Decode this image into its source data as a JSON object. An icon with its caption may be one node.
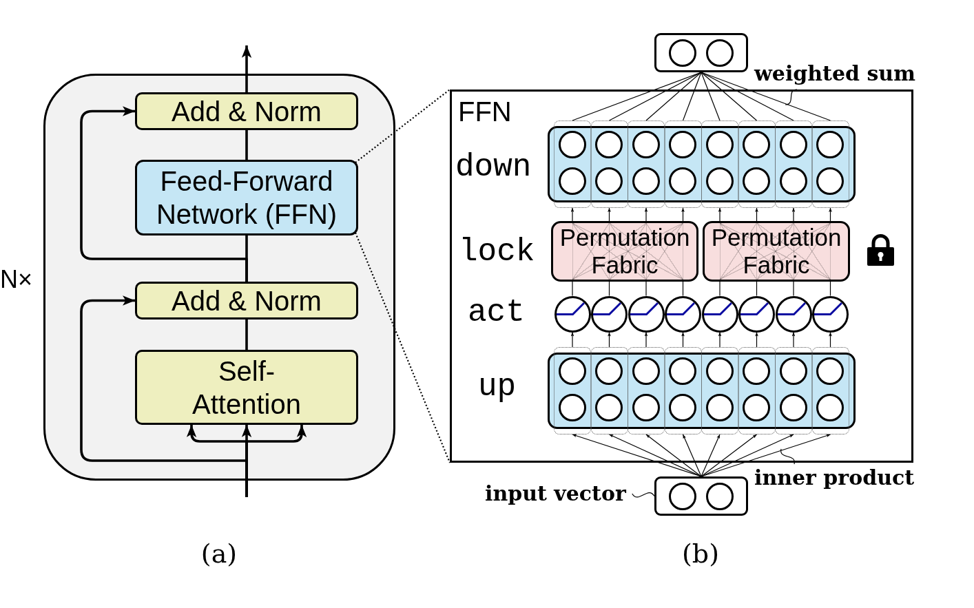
{
  "diagram": {
    "nodes": [
      {
        "text": [],
        "shape": "box",
        "beside": [
          "N×"
        ]
      },
      {
        "text": [
          "Add & Norm"
        ],
        "in": 0
      },
      {
        "text": [
          "Feed-Forward Network (FFN)"
        ],
        "in": 0
      },
      {
        "text": [
          "Add & Norm"
        ],
        "in": 0
      },
      {
        "text": [
          "Self- Attention"
        ],
        "in": 0
      },
      {
        "text": [],
        "shape": "box"
      },
      {
        "text": [
          "weighted sum"
        ]
      },
      {
        "text": [
          "FFN"
        ]
      },
      {
        "text": [],
        "shape": "box",
        "in": 7
      },
      {
        "text": [],
        "shape": "box",
        "in": 7
      },
      {
        "text": [],
        "shape": "box",
        "in": 7
      },
      {
        "text": [],
        "shape": "box",
        "in": 7
      },
      {
        "text": [],
        "shape": "box",
        "in": 7
      },
      {
        "text": [],
        "shape": "box",
        "in": 7
      },
      {
        "text": [],
        "shape": "box",
        "in": 7
      },
      {
        "text": [],
        "shape": "box",
        "in": 7
      },
      {
        "text": [],
        "shape": "box",
        "in": 7
      },
      {
        "text": [
          "Permutation Fabric"
        ],
        "in": 7
      },
      {
        "text": [
          "Permutation Fabric"
        ],
        "in": 7
      },
      {
        "text": [],
        "shape": "circle",
        "in": 7
      },
      {
        "text": [],
        "shape": "circle",
        "in": 7
      },
      {
        "text": [],
        "shape": "circle",
        "in": 7
      },
      {
        "text": [],
        "shape": "circle",
        "in": 7
      },
      {
        "text": [],
        "shape": "circle",
        "in": 7
      },
      {
        "text": [],
        "shape": "circle",
        "in": 7
      },
      {
        "text": [],
        "shape": "circle",
        "in": 7
      },
      {
        "text": [],
        "shape": "circle",
        "in": 7
      },
      {
        "text": [],
        "shape": "box",
        "in": 7
      },
      {
        "text": [],
        "shape": "box",
        "in": 7
      },
      {
        "text": [],
        "shape": "box",
        "in": 7
      },
      {
        "text": [],
        "shape": "box",
        "in": 7
      },
      {
        "text": [],
        "shape": "box",
        "in": 7
      },
      {
        "text": [],
        "shape": "box",
        "in": 7
      },
      {
        "text": [],
        "shape": "box",
        "in": 7
      },
      {
        "text": [],
        "shape": "box",
        "in": 7
      },
      {
        "text": [],
        "shape": "box",
        "in": 7
      },
      {
        "text": [
          "inner product"
        ]
      },
      {
        "text": [
          "input vector"
        ]
      },
      {
        "text": [],
        "shape": "box"
      }
    ],
    "edges": [
      {
        "from": null,
        "to": 4,
        "arrow": "to",
        "style": "thick"
      },
      {
        "from": null,
        "to": 4,
        "arrow": "to",
        "style": "thick"
      },
      {
        "from": null,
        "to": 4,
        "arrow": "to",
        "style": "thick"
      },
      {
        "from": null,
        "to": 3,
        "arrow": "to",
        "style": "thick"
      },
      {
        "from": 4,
        "to": 3,
        "arrow": "none",
        "style": "thick"
      },
      {
        "from": 3,
        "to": 2,
        "arrow": "none",
        "style": "thick"
      },
      {
        "from": 3,
        "to": 1,
        "arrow": "to",
        "style": "thick"
      },
      {
        "from": 2,
        "to": 1,
        "arrow": "none",
        "style": "thick"
      },
      {
        "from": 1,
        "to": null,
        "arrow": "to",
        "style": "thick"
      },
      {
        "from": 2,
        "to": 7,
        "arrow": "none",
        "style": "dashed"
      },
      {
        "from": 2,
        "to": 7,
        "arrow": "none",
        "style": "dashed"
      },
      {
        "from": 38,
        "to": 28,
        "arrow": "to"
      },
      {
        "from": 38,
        "to": 29,
        "arrow": "to"
      },
      {
        "from": 38,
        "to": 30,
        "arrow": "to"
      },
      {
        "from": 38,
        "to": 31,
        "arrow": "to"
      },
      {
        "from": 38,
        "to": 32,
        "arrow": "to"
      },
      {
        "from": 38,
        "to": 33,
        "arrow": "to"
      },
      {
        "from": 38,
        "to": 34,
        "arrow": "to"
      },
      {
        "from": 38,
        "to": 35,
        "arrow": "to"
      },
      {
        "from": 28,
        "to": 19,
        "arrow": "to"
      },
      {
        "from": 29,
        "to": 20,
        "arrow": "to"
      },
      {
        "from": 30,
        "to": 21,
        "arrow": "to"
      },
      {
        "from": 31,
        "to": 22,
        "arrow": "to"
      },
      {
        "from": 32,
        "to": 23,
        "arrow": "to"
      },
      {
        "from": 33,
        "to": 24,
        "arrow": "to"
      },
      {
        "from": 34,
        "to": 25,
        "arrow": "to"
      },
      {
        "from": 35,
        "to": 26,
        "arrow": "to"
      },
      {
        "from": 19,
        "to": 17,
        "arrow": "none"
      },
      {
        "from": 20,
        "to": 17,
        "arrow": "none"
      },
      {
        "from": 21,
        "to": 17,
        "arrow": "none"
      },
      {
        "from": 22,
        "to": 17,
        "arrow": "none"
      },
      {
        "from": 23,
        "to": 18,
        "arrow": "none"
      },
      {
        "from": 24,
        "to": 18,
        "arrow": "none"
      },
      {
        "from": 25,
        "to": 18,
        "arrow": "none"
      },
      {
        "from": 26,
        "to": 18,
        "arrow": "none"
      },
      {
        "from": 17,
        "to": 9,
        "arrow": "to"
      },
      {
        "from": 17,
        "to": 10,
        "arrow": "to"
      },
      {
        "from": 17,
        "to": 11,
        "arrow": "to"
      },
      {
        "from": 17,
        "to": 12,
        "arrow": "to"
      },
      {
        "from": 18,
        "to": 13,
        "arrow": "to"
      },
      {
        "from": 18,
        "to": 14,
        "arrow": "to"
      },
      {
        "from": 18,
        "to": 15,
        "arrow": "to"
      },
      {
        "from": 18,
        "to": 16,
        "arrow": "to"
      },
      {
        "from": 9,
        "to": 5,
        "arrow": "none"
      },
      {
        "from": 10,
        "to": 5,
        "arrow": "none"
      },
      {
        "from": 11,
        "to": 5,
        "arrow": "none"
      },
      {
        "from": 12,
        "to": 5,
        "arrow": "none"
      },
      {
        "from": 13,
        "to": 5,
        "arrow": "none"
      },
      {
        "from": 14,
        "to": 5,
        "arrow": "none"
      },
      {
        "from": 15,
        "to": 5,
        "arrow": "none"
      },
      {
        "from": 16,
        "to": 5,
        "arrow": "none"
      },
      {
        "from": 6,
        "to": null,
        "arrow": "none"
      },
      {
        "from": 36,
        "to": null,
        "arrow": "none"
      },
      {
        "from": 37,
        "to": 38,
        "arrow": "none"
      }
    ],
    "labels": [
      "down",
      "lock",
      "act",
      "up",
      "(a)",
      "(b)"
    ]
  }
}
